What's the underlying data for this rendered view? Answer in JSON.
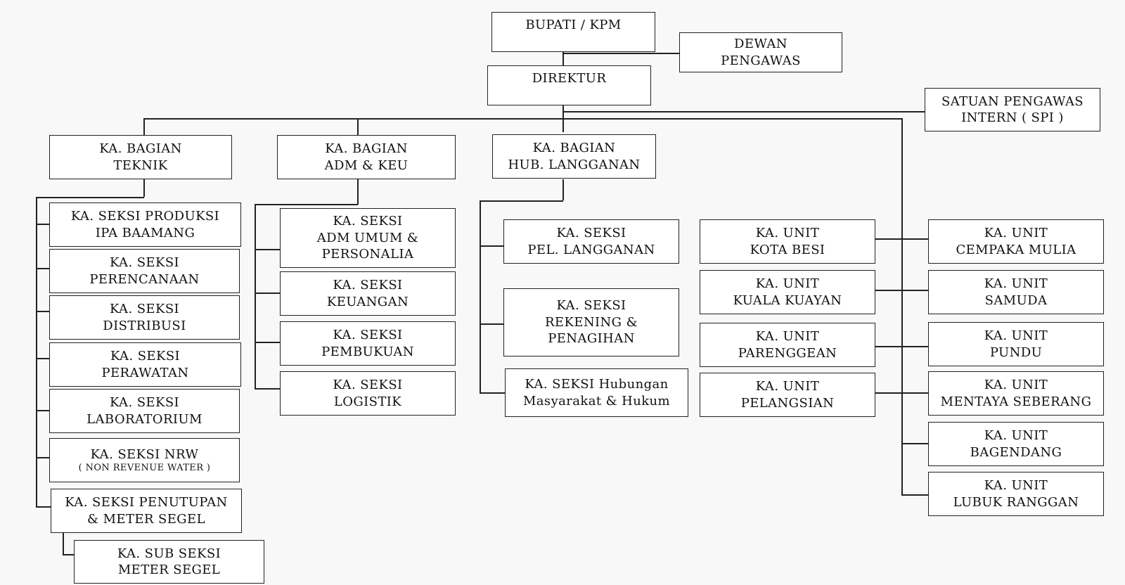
{
  "root": {
    "l1": "BUPATI / KPM"
  },
  "dewan": {
    "l1": "DEWAN",
    "l2": "PENGAWAS"
  },
  "direktur": {
    "l1": "DIREKTUR"
  },
  "spi": {
    "l1": "SATUAN PENGAWAS",
    "l2": "INTERN ( SPI )"
  },
  "teknik": {
    "head": {
      "l1": "KA. BAGIAN",
      "l2": "TEKNIK"
    },
    "items": [
      {
        "l1": "KA. SEKSI PRODUKSI",
        "l2": "IPA  BAAMANG"
      },
      {
        "l1": "KA. SEKSI",
        "l2": "PERENCANAAN"
      },
      {
        "l1": "KA. SEKSI",
        "l2": "DISTRIBUSI"
      },
      {
        "l1": "KA. SEKSI",
        "l2": "PERAWATAN"
      },
      {
        "l1": "KA. SEKSI",
        "l2": "LABORATORIUM"
      },
      {
        "l1": "KA. SEKSI NRW",
        "note": "( NON REVENUE WATER )"
      },
      {
        "l1": "KA. SEKSI  PENUTUPAN",
        "l2": "& METER SEGEL"
      }
    ],
    "sub": {
      "l1": "KA. SUB SEKSI",
      "l2": "METER SEGEL"
    }
  },
  "admkeu": {
    "head": {
      "l1": "KA. BAGIAN",
      "l2": "ADM & KEU"
    },
    "items": [
      {
        "l1": "KA. SEKSI",
        "l2": "ADM UMUM &",
        "l3": "PERSONALIA"
      },
      {
        "l1": "KA. SEKSI",
        "l2": "KEUANGAN"
      },
      {
        "l1": "KA. SEKSI",
        "l2": "PEMBUKUAN"
      },
      {
        "l1": "KA. SEKSI",
        "l2": "LOGISTIK"
      }
    ]
  },
  "hublang": {
    "head": {
      "l1": "KA. BAGIAN",
      "l2": "HUB. LANGGANAN"
    },
    "items": [
      {
        "l1": "KA. SEKSI",
        "l2": "PEL. LANGGANAN"
      },
      {
        "l1": "KA. SEKSI",
        "l2": "REKENING &",
        "l3": "PENAGIHAN"
      },
      {
        "l1": "KA. SEKSI  Hubungan",
        "l2": "Masyarakat & Hukum"
      }
    ]
  },
  "units_left": [
    {
      "l1": "KA. UNIT",
      "l2": "KOTA BESI"
    },
    {
      "l1": "KA. UNIT",
      "l2": "KUALA KUAYAN"
    },
    {
      "l1": "KA. UNIT",
      "l2": "PARENGGEAN"
    },
    {
      "l1": "KA. UNIT",
      "l2": "PELANGSIAN"
    }
  ],
  "units_right": [
    {
      "l1": "KA. UNIT",
      "l2": "CEMPAKA MULIA"
    },
    {
      "l1": "KA. UNIT",
      "l2": "SAMUDA"
    },
    {
      "l1": "KA. UNIT",
      "l2": "PUNDU"
    },
    {
      "l1": "KA. UNIT",
      "l2": "MENTAYA SEBERANG"
    },
    {
      "l1": "KA. UNIT",
      "l2": "BAGENDANG"
    },
    {
      "l1": "KA. UNIT",
      "l2": "LUBUK RANGGAN"
    }
  ]
}
